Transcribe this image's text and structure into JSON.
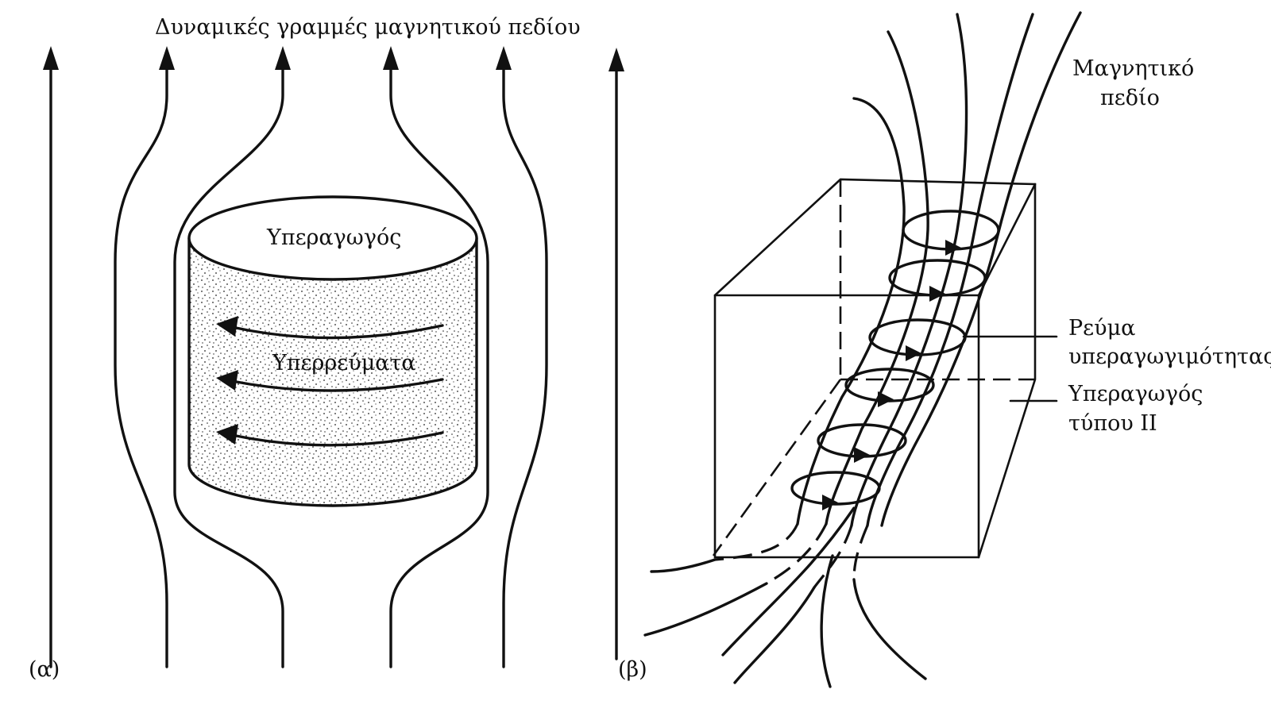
{
  "panel_a": {
    "label": "(α)",
    "field_lines_title": "Δυναμικές γραμμές μαγνητικού πεδίου",
    "superconductor_label": "Υπεραγωγός",
    "supercurrents_label": "Υπερρεύματα"
  },
  "panel_b": {
    "label": "(β)",
    "magnetic_field_label_line1": "Μαγνητικό",
    "magnetic_field_label_line2": "πεδίο",
    "current_label_line1": "Ρεύμα",
    "current_label_line2": "υπεραγωγιμότητας",
    "type2_label_line1": "Υπεραγωγός",
    "type2_label_line2": "τύπου ΙΙ"
  }
}
